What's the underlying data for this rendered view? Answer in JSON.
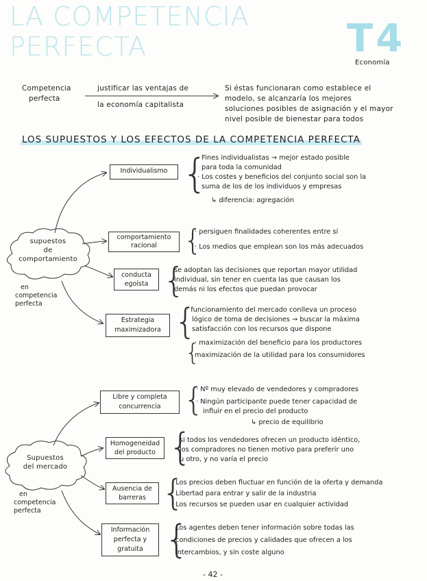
{
  "title": {
    "line1": "LA COMPETENCIA",
    "line2": "PERFECTA",
    "tag": "T4",
    "subject": "Economía"
  },
  "definition": {
    "term_line1": "Competencia",
    "term_line2": "perfecta",
    "arrow_line1": "justificar las ventajas de",
    "arrow_line2": "la economía capitalista",
    "text_line1": "Si éstas funcionaran como establece el",
    "text_line2": "modelo, se alcanzaría los mejores",
    "text_line3": "soluciones posibles de asignación y el mayor",
    "text_line4": "nivel posible de bienestar para todos"
  },
  "section_heading": "LOS SUPUESTOS Y LOS EFECTOS DE LA COMPETENCIA PERFECTA",
  "group1": {
    "cloud_line1": "supuestos",
    "cloud_line2": "de",
    "cloud_line3": "comportamiento",
    "label_line1": "en",
    "label_line2": "competencia",
    "label_line3": "perfecta",
    "items": [
      {
        "box": "Individualismo",
        "lines": [
          "· Fines individualistas → mejor estado posible",
          "para toda la comunidad",
          "· Los costes y beneficios del conjunto social son la",
          "suma de los de los individuos y empresas",
          "↳ diferencia: agregación"
        ]
      },
      {
        "box_line1": "comportamiento",
        "box_line2": "racional",
        "lines": [
          "· persiguen finalidades coherentes entre sí",
          "· Los medios que emplean son los más adecuados"
        ]
      },
      {
        "box_line1": "conducta",
        "box_line2": "egoísta",
        "lines": [
          "se adoptan las decisiones que reportan mayor utilidad",
          "individual, sin tener en cuenta las que causan los",
          "demás ni los efectos que puedan provocar"
        ]
      },
      {
        "box_line1": "Estrategia",
        "box_line2": "maximizadora",
        "lines": [
          "· funcionamiento del mercado conlleva un proceso",
          "lógico de toma de decisiones → buscar la máxima",
          "satisfacción con los recursos que dispone",
          "· maximización del beneficio para los productores",
          "maximización de la utilidad para los consumidores"
        ]
      }
    ]
  },
  "group2": {
    "cloud_line1": "Supuestos",
    "cloud_line2": "del mercado",
    "label_line1": "en",
    "label_line2": "competencia",
    "label_line3": "perfecta",
    "items": [
      {
        "box_line1": "Libre y completa",
        "box_line2": "concurrencia",
        "lines": [
          "· Nº muy elevado de vendedores y compradores",
          "· Ningún participante puede tener capacidad de",
          "influir en el precio del producto",
          "↳ precio de equilibrio"
        ]
      },
      {
        "box_line1": "Homogeneidad",
        "box_line2": "del producto",
        "lines": [
          "si todos los vendedores ofrecen un producto idéntico,",
          "los compradores no tienen motivo para preferir uno",
          "u otro, y no varía el precio"
        ]
      },
      {
        "box_line1": "Ausencia de",
        "box_line2": "barreras",
        "lines": [
          "· Los precios deben fluctuar en función de la oferta y demanda",
          "· Libertad para entrar y salir de la industria",
          "· Los recursos se pueden usar en cualquier actividad"
        ]
      },
      {
        "box_line1": "Información",
        "box_line2": "perfecta y",
        "box_line3": "gratuita",
        "lines": [
          "Los agentes deben tener información sobre todas las",
          "condiciones de precios y calidades que ofrecen a los",
          "intercambios, y sin coste alguno"
        ]
      }
    ]
  },
  "page_number": "- 42 -"
}
